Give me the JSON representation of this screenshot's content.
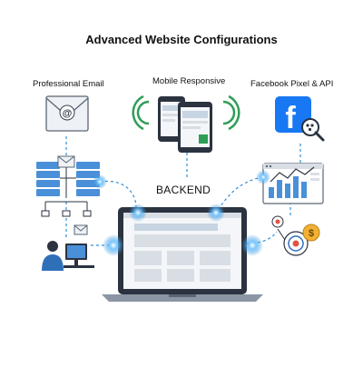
{
  "title": "Advanced Website Configurations",
  "nodes": {
    "email": "Professional Email",
    "mobile": "Mobile Responsive",
    "facebook": "Facebook Pixel & API",
    "backend": "BACKEND"
  },
  "icons": {
    "email": "envelope-at-icon",
    "mobile": "phones-wifi-icon",
    "facebook": "facebook-magnifier-icon",
    "servers": "server-network-icon",
    "user": "user-computer-icon",
    "analytics": "browser-chart-icon",
    "target": "target-dollar-icon",
    "laptop": "laptop-icon"
  },
  "colors": {
    "accent": "#2f8fd8",
    "facebook": "#1877f2",
    "wifi": "#2e9e57",
    "dollar": "#f2b134",
    "dark": "#2b3340"
  }
}
